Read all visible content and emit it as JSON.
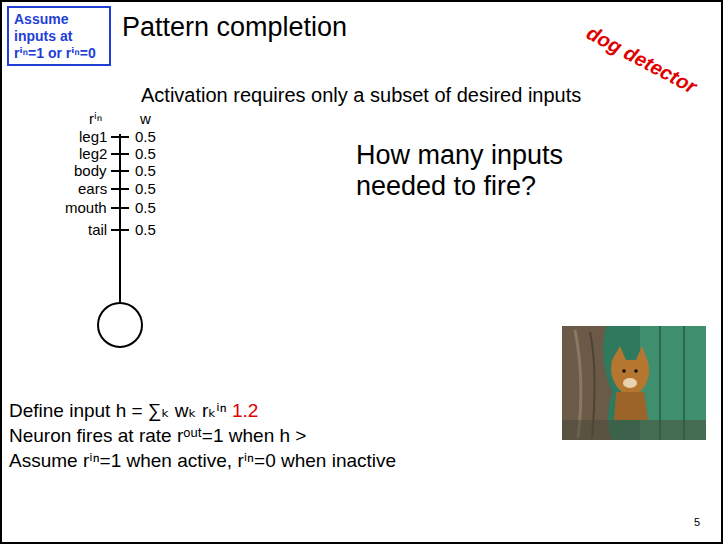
{
  "diagram": {
    "title": "Pattern completion",
    "nodes": [
      {
        "text": [
          "Assume inputs at rⁱⁿ=1 or rⁱⁿ=0"
        ]
      }
    ],
    "labels": [
      "dog detector",
      "Activation requires only a subset of desired inputs",
      "rⁱⁿ",
      "w",
      "leg1",
      "leg2",
      "body",
      "ears",
      "mouth",
      "tail",
      "0.5",
      "0.5",
      "0.5",
      "0.5",
      "0.5",
      "0.5",
      "How many inputs needed to fire?",
      "Define input h = ∑ₖ wₖ rₖⁱⁿ",
      "Neuron fires at rate rᵒᵘᵗ=1 when h >",
      "1.2",
      "Assume rⁱⁿ=1 when active, rⁱⁿ=0 when inactive",
      "5"
    ]
  }
}
